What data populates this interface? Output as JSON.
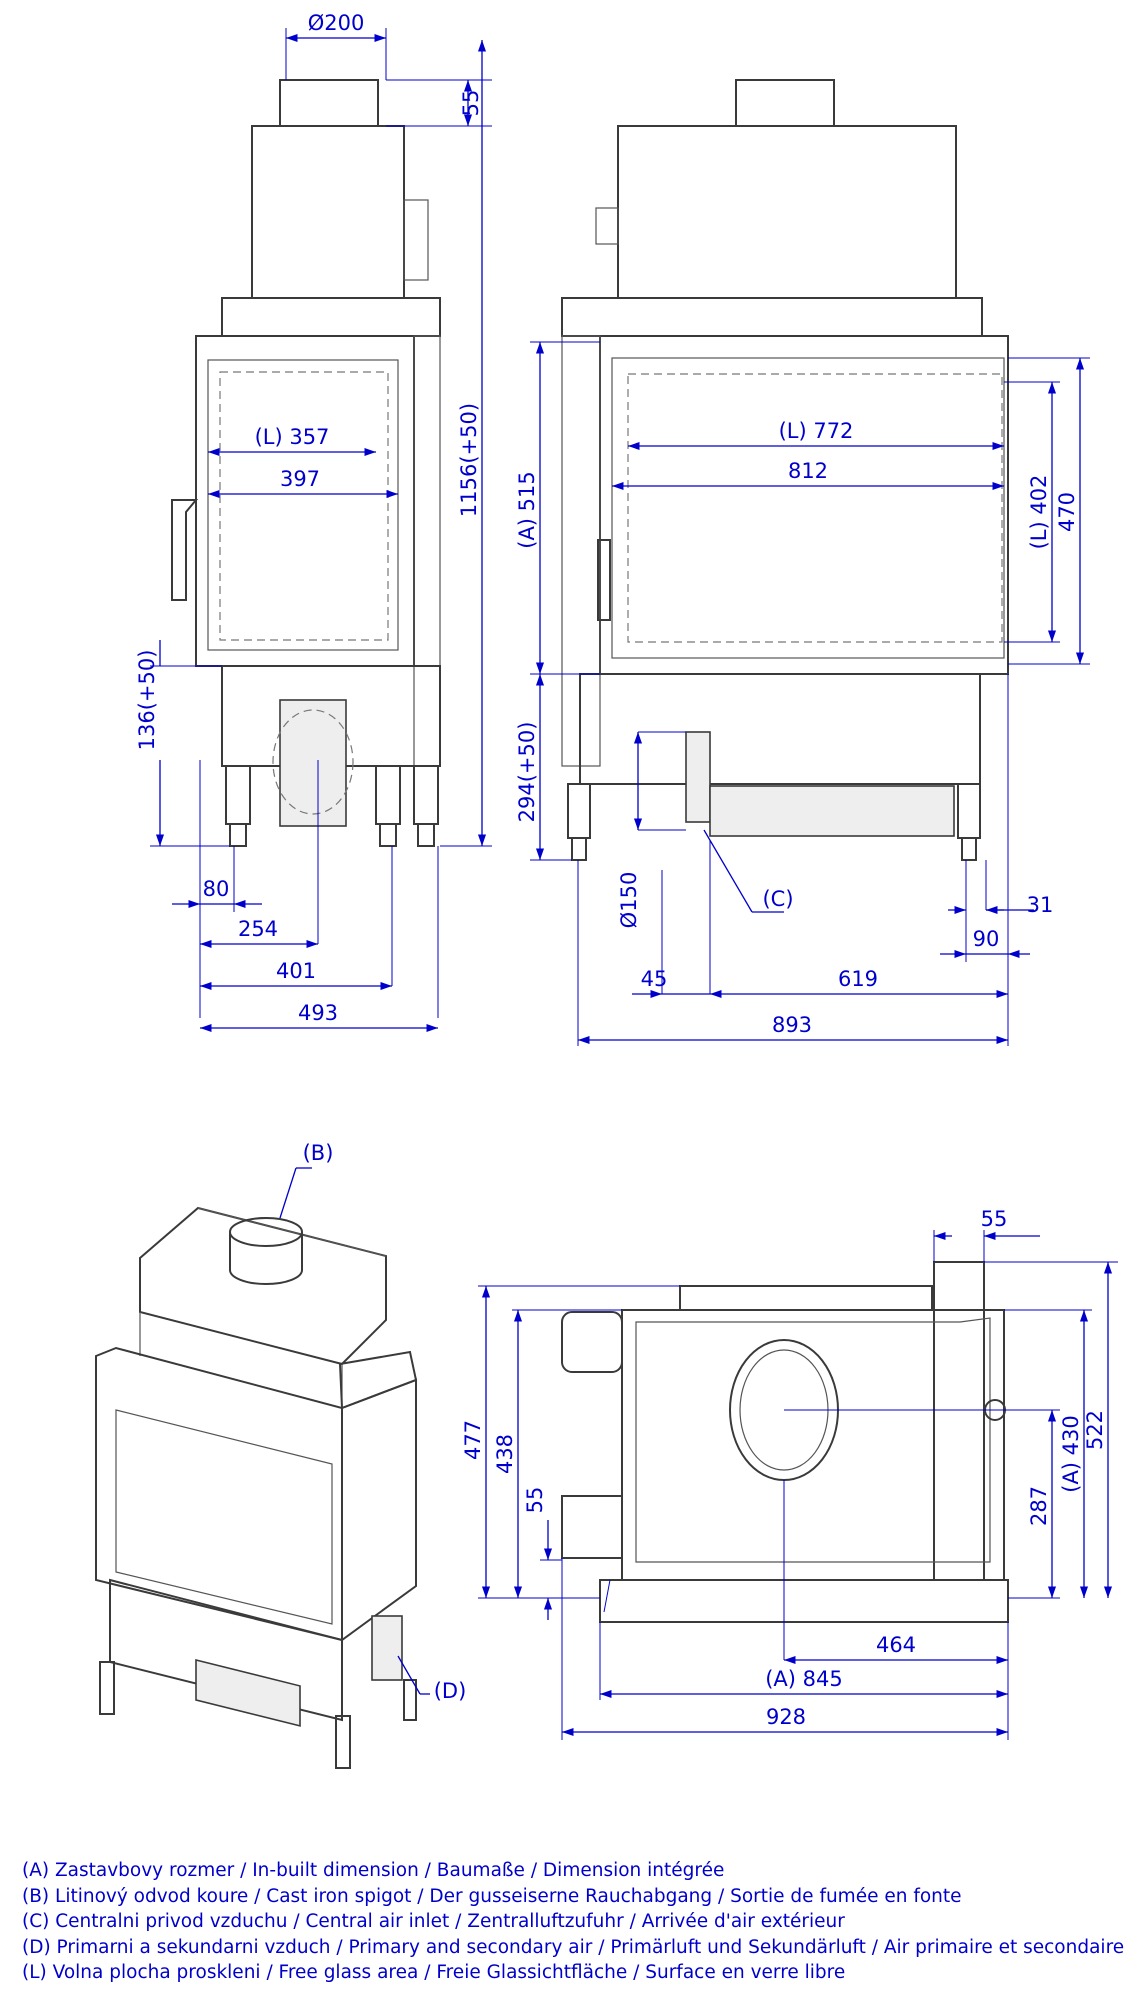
{
  "colors": {
    "dimension": "#0000cc",
    "outline": "#3a3a3a"
  },
  "dimensions": {
    "flue_diameter": "Ø200",
    "flue_height": "55",
    "total_height": "1156(+50)",
    "side_glass_L": "(L) 357",
    "side_glass_width": "397",
    "bottom_height_side": "136(+50)",
    "side_80": "80",
    "side_254": "254",
    "side_401": "401",
    "side_493": "493",
    "front_glass_L": "(L) 772",
    "front_glass_width": "812",
    "front_height_A": "(A) 515",
    "front_bottom_height": "294(+50)",
    "glass_height_L": "(L) 402",
    "glass_height": "470",
    "air_inlet_diameter": "Ø150",
    "air_inlet_label": "(C)",
    "front_45": "45",
    "front_619": "619",
    "front_31": "31",
    "front_90": "90",
    "front_893": "893",
    "iso_flue_label": "(B)",
    "iso_air_label": "(D)",
    "plan_55_top": "55",
    "plan_477": "477",
    "plan_438": "438",
    "plan_55_left": "55",
    "plan_287": "287",
    "plan_430_A": "(A) 430",
    "plan_522": "522",
    "plan_464": "464",
    "plan_845_A": "(A) 845",
    "plan_928": "928"
  },
  "legend": [
    "(A)  Zastavbovy rozmer / In-built dimension / Baumaße / Dimension intégrée",
    "(B)  Litinový odvod koure / Cast iron spigot / Der gusseiserne Rauchabgang / Sortie de fumée en fonte",
    "(C)  Centralni privod vzduchu / Central air inlet / Zentralluftzufuhr / Arrivée d'air extérieur",
    "(D)  Primarni a sekundarni vzduch / Primary and secondary air / Primärluft und Sekundärluft / Air primaire et secondaire",
    "(L)  Volna plocha proskleni / Free glass area / Freie Glassichtfläche / Surface en verre libre"
  ]
}
